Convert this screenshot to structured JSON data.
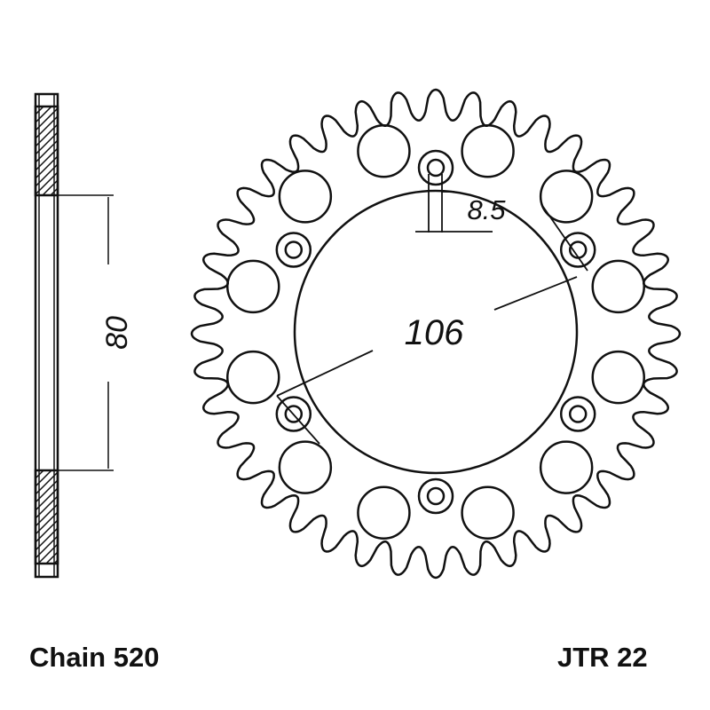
{
  "drawing": {
    "chain_label": "Chain 520",
    "part_number": "JTR 22",
    "dimensions": {
      "bolt_hole": "8.5",
      "pcd": "106",
      "center_bore": "80"
    }
  },
  "colors": {
    "line": "#111111",
    "background": "#ffffff"
  }
}
